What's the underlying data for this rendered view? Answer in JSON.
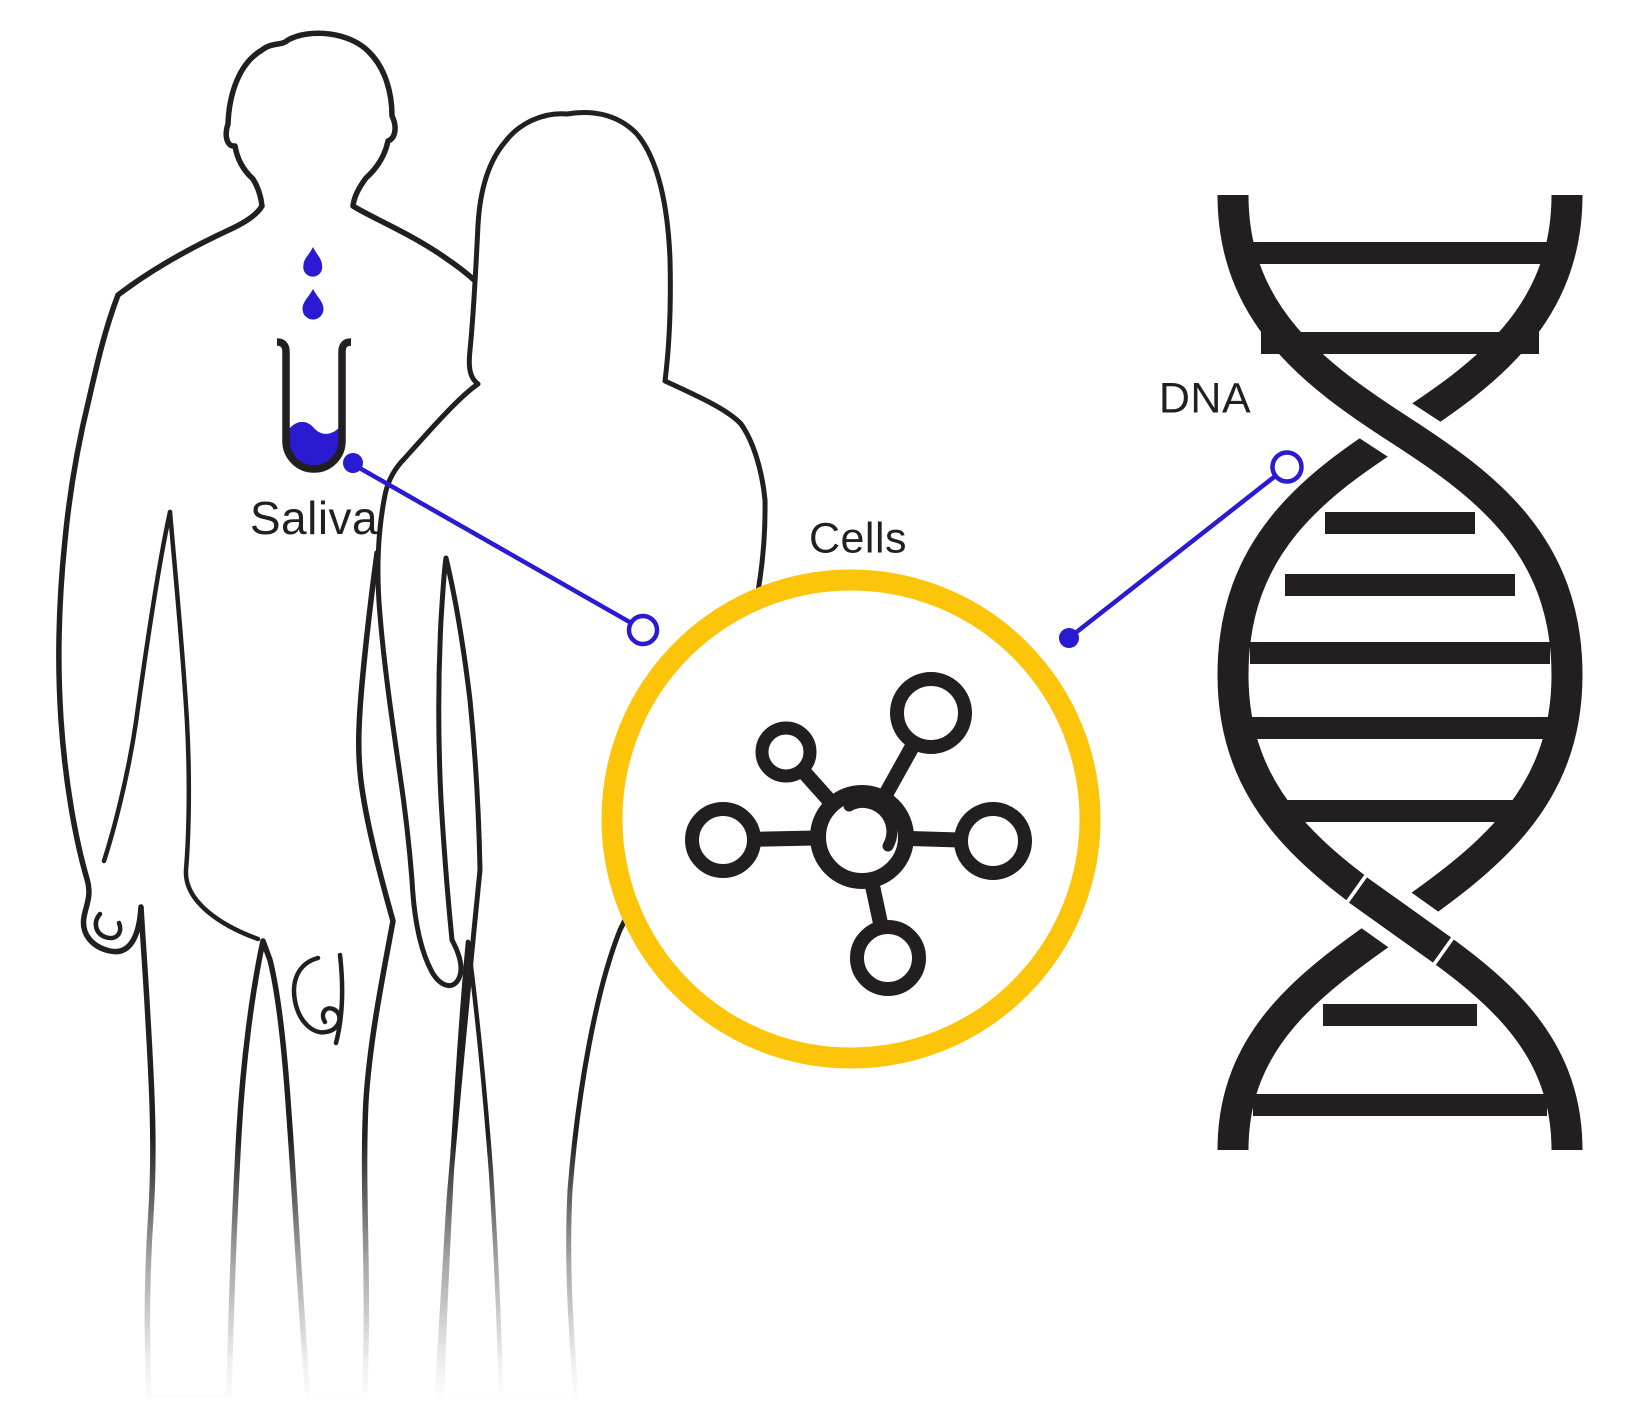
{
  "diagram": {
    "labels": {
      "saliva": "Saliva",
      "cells": "Cells",
      "dna": "DNA"
    },
    "colors": {
      "accent_blue": "#2a1ad2",
      "accent_yellow": "#fcc50a",
      "ink": "#231f20",
      "background": "#ffffff"
    },
    "icons": {
      "male_figure": "male-body-outline-icon",
      "female_figure": "female-body-outline-icon",
      "test_tube": "test-tube-icon",
      "droplets": "saliva-droplets-icon",
      "cell": "cell-molecule-icon",
      "dna": "dna-double-helix-icon",
      "connector_left": "saliva-to-cells-callout-line",
      "connector_right": "cells-to-dna-callout-line"
    }
  }
}
